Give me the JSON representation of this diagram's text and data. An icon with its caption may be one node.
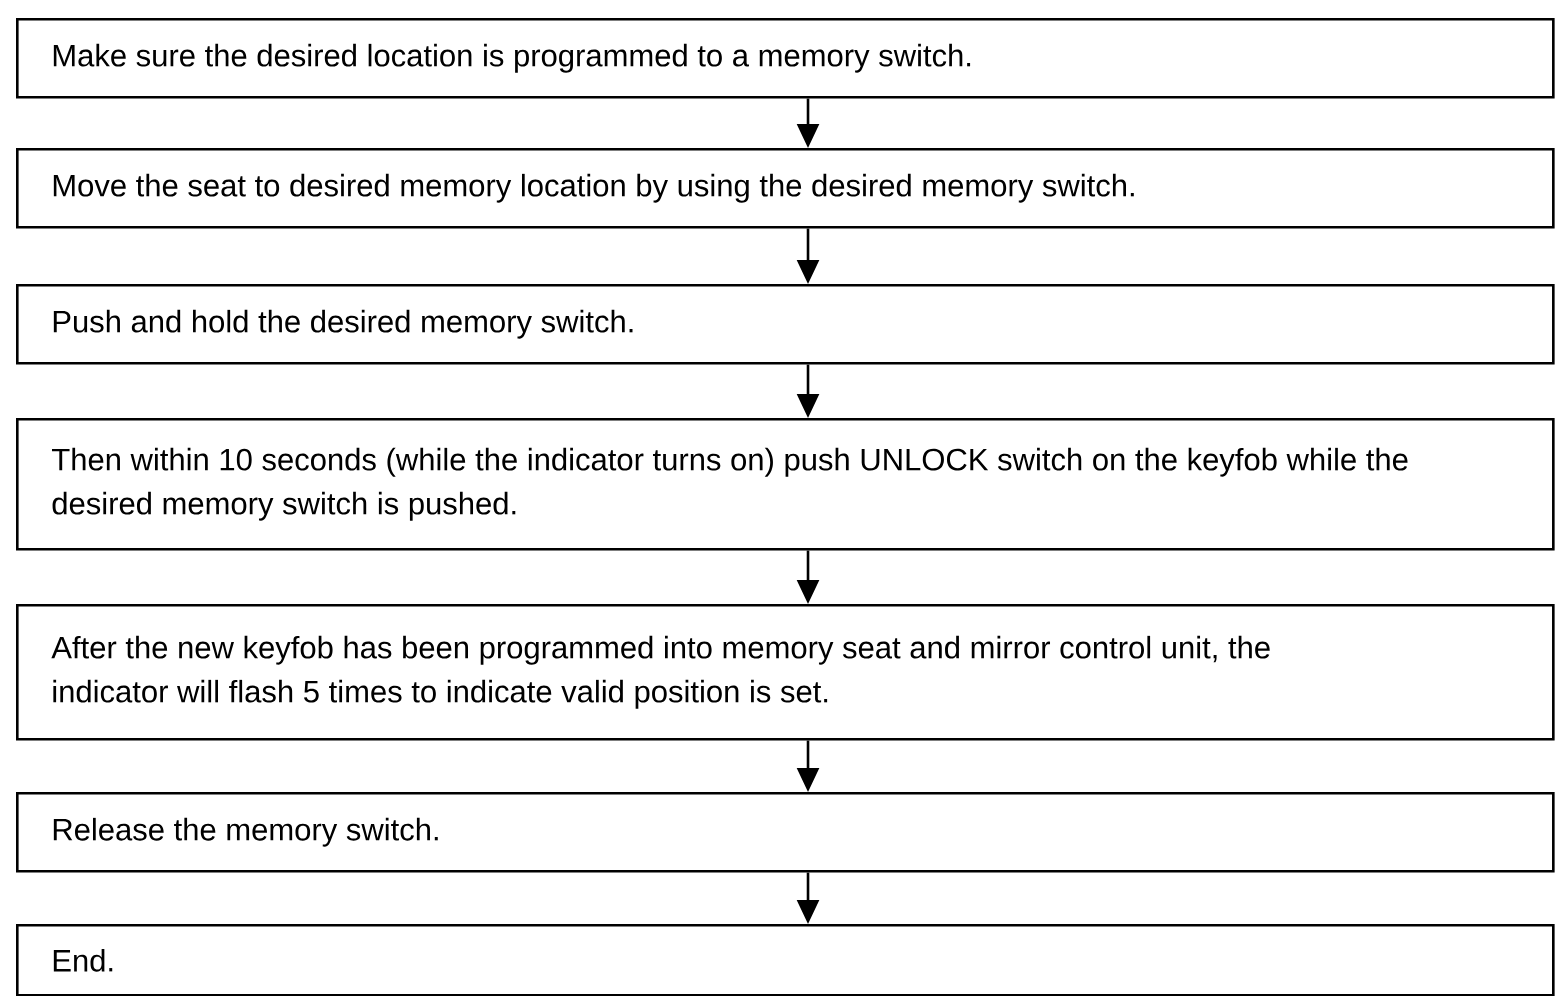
{
  "diagram": {
    "nodes": [
      {
        "text": [
          "Make sure the desired location is programmed to a memory switch."
        ]
      },
      {
        "text": [
          "Move the seat to desired memory location by using the desired memory switch."
        ]
      },
      {
        "text": [
          "Push and hold the desired memory switch."
        ]
      },
      {
        "text": [
          "Then within 10 seconds (while the indicator turns on) push UNLOCK switch on the keyfob while the desired memory switch is pushed."
        ]
      },
      {
        "text": [
          "After the new keyfob has been programmed into memory seat and mirror control unit, the indicator will flash 5 times to indicate valid position is set."
        ]
      },
      {
        "text": [
          "Release the memory switch."
        ]
      },
      {
        "text": [
          "End."
        ]
      }
    ],
    "edges": [
      {
        "from": 0,
        "to": 1,
        "arrow": "to"
      },
      {
        "from": 1,
        "to": 2,
        "arrow": "to"
      },
      {
        "from": 2,
        "to": 3,
        "arrow": "to"
      },
      {
        "from": 3,
        "to": 4,
        "arrow": "to"
      },
      {
        "from": 4,
        "to": 5,
        "arrow": "to"
      },
      {
        "from": 5,
        "to": 6,
        "arrow": "to"
      }
    ]
  }
}
